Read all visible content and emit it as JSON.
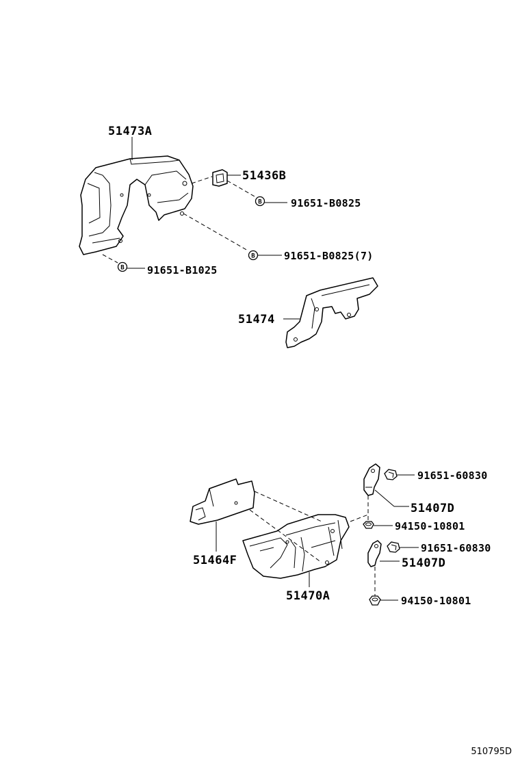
{
  "labels": {
    "p51473A": "51473A",
    "p51436B": "51436B",
    "b1": "91651-B0825",
    "b2": "91651-B0825(7)",
    "b3": "91651-B1025",
    "p51474": "51474",
    "p51464F": "51464F",
    "p51470A": "51470A",
    "p51407D_1": "51407D",
    "p51407D_2": "51407D",
    "bolt1": "91651-60830",
    "bolt2": "91651-60830",
    "nut1": "94150-10801",
    "nut2": "94150-10801"
  },
  "symbols": {
    "bolt_marker": "B"
  },
  "reference_code": "510795D"
}
